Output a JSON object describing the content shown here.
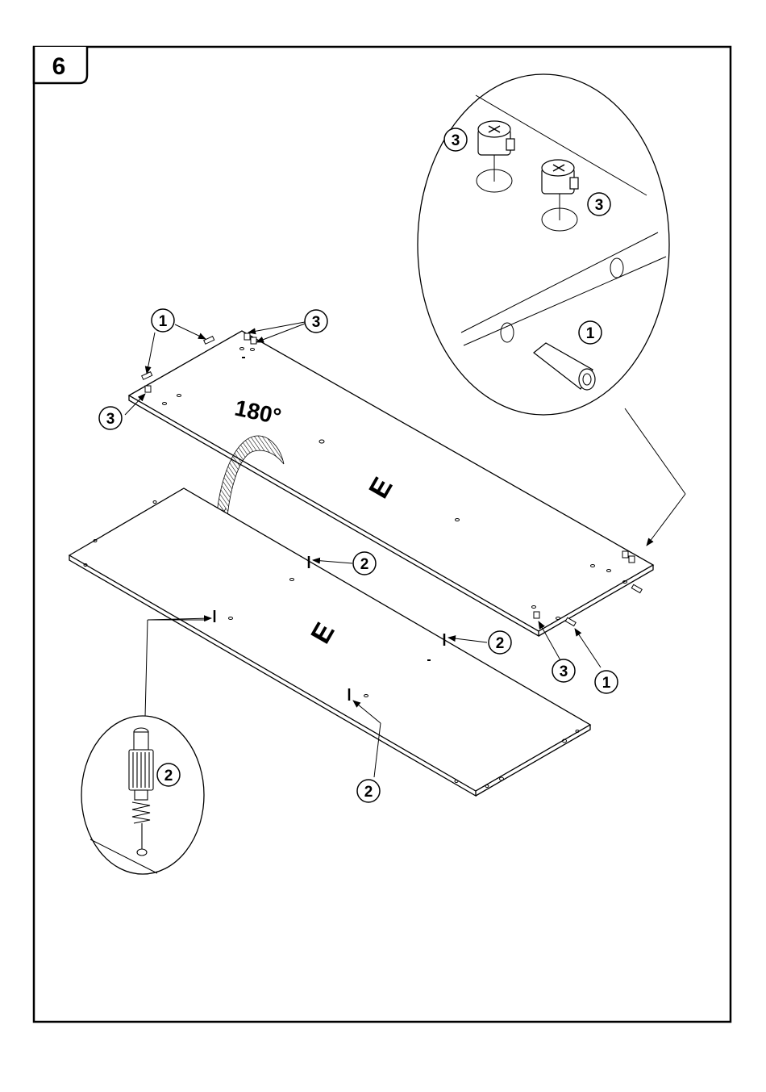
{
  "step": {
    "number": "6"
  },
  "rotation": {
    "label": "180°"
  },
  "panels": {
    "upper_letter": "E",
    "lower_letter": "E"
  },
  "callouts": {
    "part_1": "1",
    "part_2": "2",
    "part_3": "3"
  },
  "colors": {
    "ink": "#000000",
    "paper": "#ffffff",
    "hatch": "#000000"
  }
}
